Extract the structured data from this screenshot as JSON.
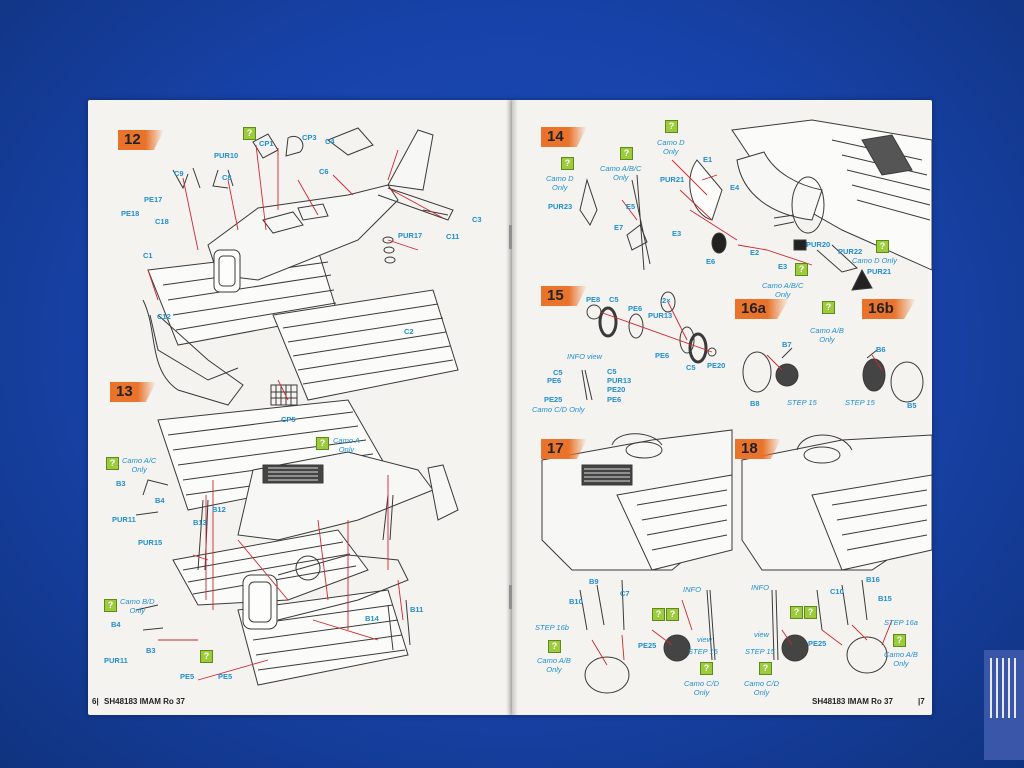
{
  "footer": {
    "left_page_num": "6|",
    "left_text": "SH48183  IMAM Ro 37",
    "right_text": "SH48183  IMAM Ro 37",
    "right_page_num": "|7"
  },
  "steps": {
    "s12": "12",
    "s13": "13",
    "s14": "14",
    "s15": "15",
    "s16a": "16a",
    "s16b": "16b",
    "s17": "17",
    "s18": "18"
  },
  "labels": {
    "cp1": "CP1",
    "cp3": "CP3",
    "pur10": "PUR10",
    "c9": "C9",
    "c8": "C8",
    "c4": "C4",
    "c6": "C6",
    "pe17": "PE17",
    "pe18": "PE18",
    "c18": "C18",
    "pur17": "PUR17",
    "c11": "C11",
    "c3": "C3",
    "c1": "C1",
    "c12": "C12",
    "c2": "C2",
    "cp5": "CP5",
    "b3a": "B3",
    "b4a": "B4",
    "pur11a": "PUR11",
    "b13": "B13",
    "b12": "B12",
    "pur15": "PUR15",
    "b4b": "B4",
    "b3b": "B3",
    "pur11b": "PUR11",
    "pe5a": "PE5",
    "pe5b": "PE5",
    "b14": "B14",
    "b11": "B11",
    "pur23": "PUR23",
    "e5": "E5",
    "e7": "E7",
    "pur21a": "PUR21",
    "e1": "E1",
    "e4": "E4",
    "e3a": "E3",
    "e6": "E6",
    "e2": "E2",
    "e3b": "E3",
    "pur20": "PUR20",
    "pur22": "PUR22",
    "pur21b": "PUR21",
    "pe8": "PE8",
    "c5a": "C5",
    "pe6a": "PE6",
    "pur13a": "PUR13",
    "pe6b": "PE6",
    "c5b": "C5",
    "pe20a": "PE20",
    "times2": "2×",
    "c5c": "C5",
    "pe6c": "PE6",
    "c5d": "C5",
    "pur13b": "PUR13",
    "pe20b": "PE20",
    "pe25a": "PE25",
    "pe6d": "PE6",
    "b7": "B7",
    "b8": "B8",
    "b6": "B6",
    "b5": "B5",
    "b9": "B9",
    "b10": "B10",
    "c7": "C7",
    "pe25b": "PE25",
    "c10": "C10",
    "b16": "B16",
    "b15": "B15",
    "pe25c": "PE25"
  },
  "notes": {
    "camo_a_only": "Camo A\nOnly",
    "camo_ac_only": "Camo A/C\nOnly",
    "camo_bd_only": "Camo B/D\nOnly",
    "camo_d_only_left": "Camo D\nOnly",
    "camo_abc_only_top": "Camo A/B/C\nOnly",
    "camo_d_only_top": "Camo D\nOnly",
    "camo_abc_only_mid": "Camo A/B/C\nOnly",
    "camo_d_only_right": "Camo D Only",
    "info_view": "INFO view",
    "camo_cd_only_15": "Camo C/D Only",
    "camo_ab_only_16": "Camo A/B\nOnly",
    "step15_a": "STEP 15",
    "step15_b": "STEP 15",
    "step16b": "STEP 16b",
    "camo_ab_only_17": "Camo A/B\nOnly",
    "info_17": "INFO",
    "view_17": "view",
    "step15_17": "STEP 15",
    "camo_cd_only_17": "Camo C/D\nOnly",
    "info_18": "INFO",
    "view_18": "view",
    "step15_18": "STEP 15",
    "camo_cd_only_18": "Camo C/D\nOnly",
    "step16a": "STEP 16a",
    "camo_ab_only_18": "Camo A/B\nOnly"
  },
  "q_mark": "?",
  "colors": {
    "background": "#1742a8",
    "paper": "#f4f3ef",
    "step_badge": "#e9732b",
    "label_blue": "#1f8fd0",
    "option_green": "#9ccb3c",
    "guide_red": "#d2262f",
    "line_art": "#3a3a3a"
  }
}
